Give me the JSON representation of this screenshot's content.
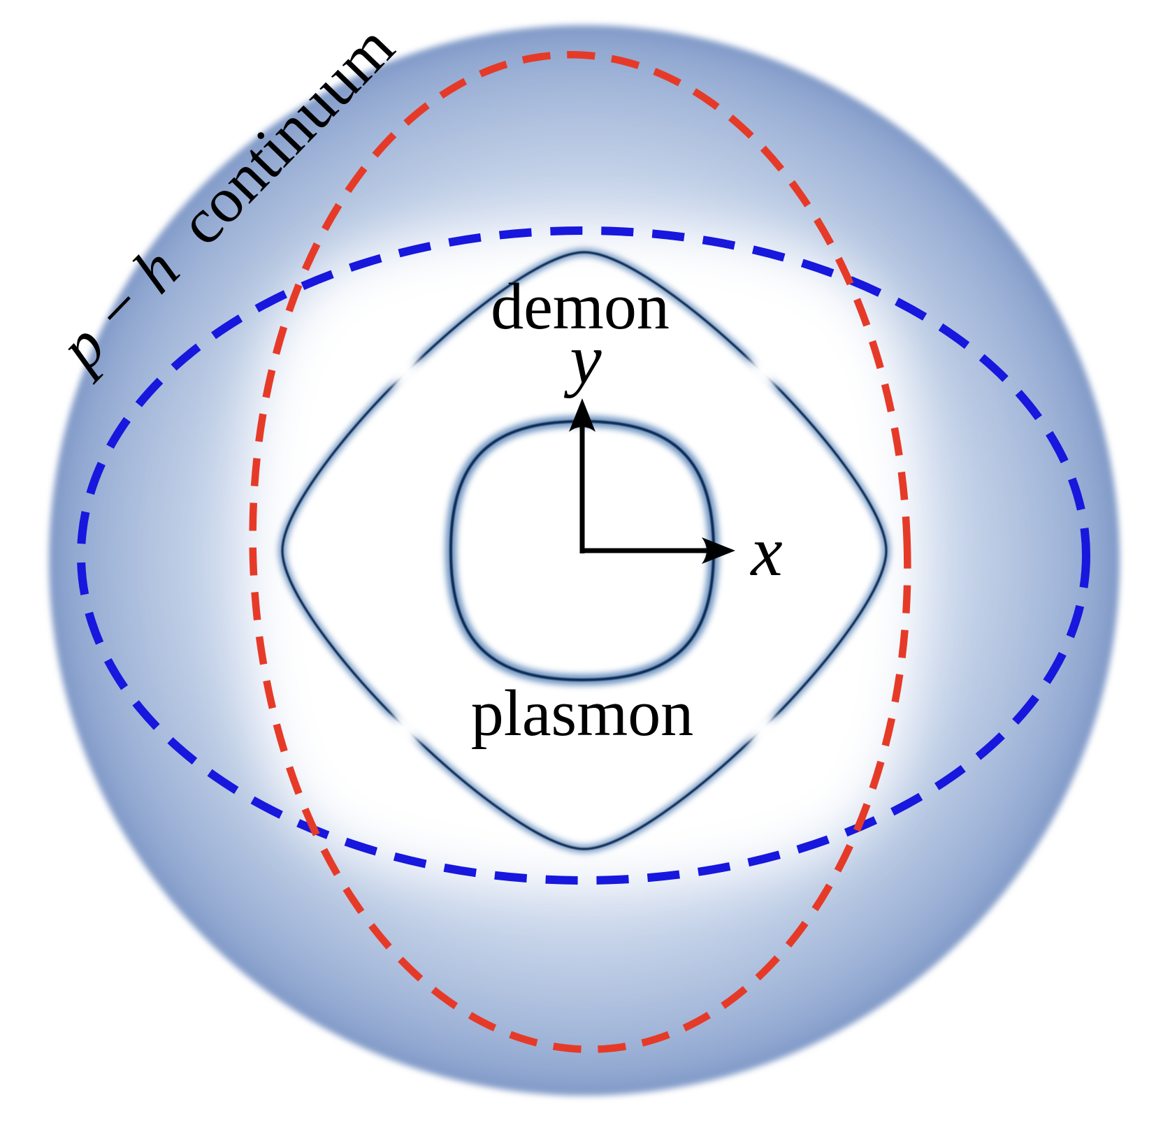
{
  "figure": {
    "background_color": "#ffffff",
    "labels": {
      "continuum_p": "p",
      "continuum_minus": "−",
      "continuum_h": "h",
      "continuum_word": "continuum",
      "demon": "demon",
      "plasmon": "plasmon",
      "axis_x": "x",
      "axis_y": "y"
    },
    "colors": {
      "continuum_rim": "#8099c7",
      "continuum_mid": "#a5b8da",
      "continuum_pale": "#cdd9ec",
      "red_dashed_ellipse": "#e63a28",
      "blue_dashed_ellipse": "#1717dd",
      "mode_core": "#102c52",
      "mode_glow": "#6089bb",
      "axis": "#000000",
      "text": "#000000"
    },
    "elements": {
      "continuum_region": "shaded disc, blue rim fading to white interior",
      "red_ellipse": "red dashed ellipse with vertical major axis",
      "blue_ellipse": "blue dashed ellipse with horizontal major axis",
      "demon_curve": "dark glowing rounded-diamond curve with fade-out gaps on diagonals",
      "plasmon_curve": "dark glowing rounded-square curve around the origin",
      "axes": "black x and y arrows from the origin"
    }
  }
}
